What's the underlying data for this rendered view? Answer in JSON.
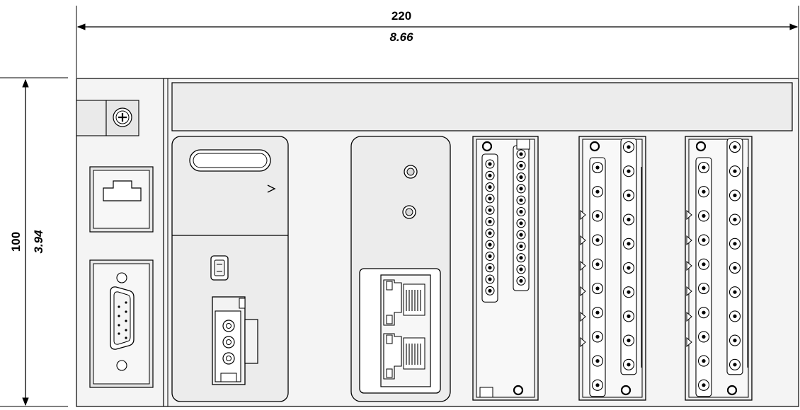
{
  "dimensions": {
    "width": {
      "mm": "220",
      "in": "8.66"
    },
    "height": {
      "mm": "100",
      "in": "3.94"
    }
  },
  "modules": {
    "cpu": {
      "ports": [
        "rj45-port",
        "db9-serial-port",
        "usb-mini-port",
        "power-connector"
      ]
    },
    "network": {
      "ports": [
        "led-1",
        "led-2",
        "dual-rj45-jack"
      ]
    },
    "io_terminal_blocks": {
      "count": 3,
      "pins_per_row": [
        12,
        10,
        10
      ]
    }
  },
  "colors": {
    "line": "#000000",
    "panel": "#f2f2f2",
    "module": "#ededed",
    "background": "#ffffff"
  }
}
